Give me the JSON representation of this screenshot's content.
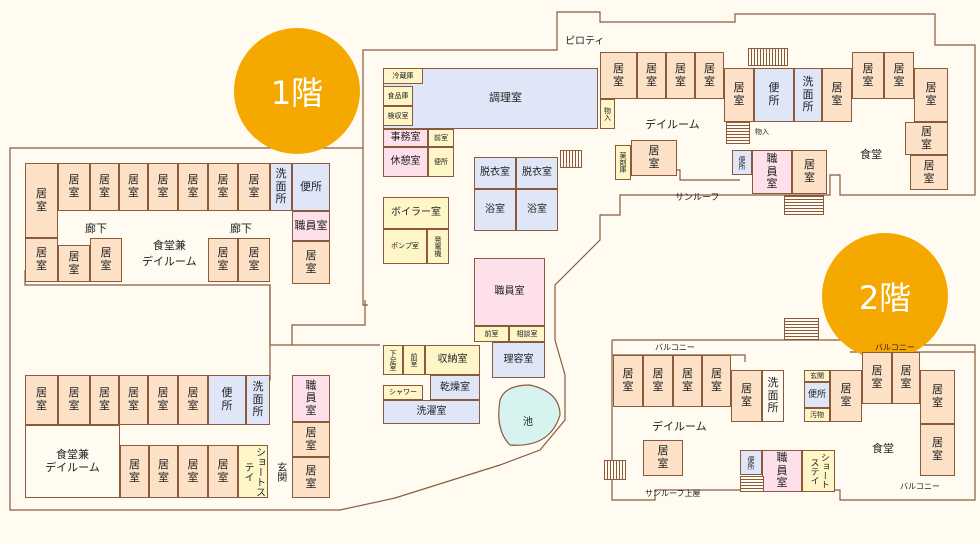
{
  "floors": {
    "first": "1階",
    "second": "2階"
  },
  "labels": {
    "kyoshitsu": "居室",
    "benjo": "便所",
    "senmenjo": "洗面所",
    "shokuinshitsu": "職員室",
    "shokudo_dayroom": "食堂兼\nデイルーム",
    "roka": "廊下",
    "piloti": "ピロティ",
    "choorishitsu": "調理室",
    "reizoko": "冷蔵庫",
    "shokuhinko": "食品庫",
    "kenshushitsu": "検収室",
    "jimushitsu": "事務室",
    "maeshitsu": "前室",
    "kyukeishitsu": "休憩室",
    "benjo_short": "便所",
    "datsuishitsu": "脱衣室",
    "yokushitsu": "浴室",
    "boiler": "ボイラー室",
    "pump": "ポンプ室",
    "hatsudenki": "発電機",
    "dayroom": "デイルーム",
    "monoire": "物入",
    "yakuzaiko": "薬剤庫",
    "sunroof": "サンルーフ",
    "shokudo": "食堂",
    "sodanshitsu": "相談室",
    "riyoshitsu": "理容室",
    "shitabaki": "下足室",
    "shunoshitsu": "収納室",
    "kansoshitsu": "乾燥室",
    "shower": "シャワー",
    "sentakushitsu": "洗濯室",
    "ike": "池",
    "short_stay": "ショートステイ",
    "genkan": "玄関",
    "balcony": "バルコニー",
    "obutsu": "汚物",
    "sunroof_jo": "サンルーフ上屋"
  }
}
